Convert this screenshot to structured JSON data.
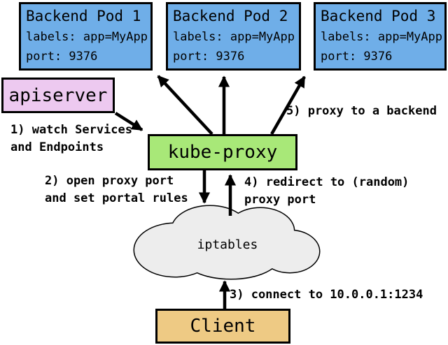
{
  "diagram": {
    "pods": [
      {
        "title": "Backend Pod 1",
        "labels_line": "labels: app=MyApp",
        "port_line": "port: 9376"
      },
      {
        "title": "Backend Pod 2",
        "labels_line": "labels: app=MyApp",
        "port_line": "port: 9376"
      },
      {
        "title": "Backend Pod 3",
        "labels_line": "labels: app=MyApp",
        "port_line": "port: 9376"
      }
    ],
    "apiserver_label": "apiserver",
    "kube_proxy_label": "kube-proxy",
    "iptables_label": "iptables",
    "client_label": "Client",
    "steps": {
      "step1": "1) watch Services\nand Endpoints",
      "step2": "2) open proxy port\nand set portal rules",
      "step3": "3) connect to 10.0.0.1:1234",
      "step4": "4) redirect to (random)\nproxy port",
      "step5": "5) proxy to a backend"
    },
    "colors": {
      "pod_fill": "#6FAEE8",
      "apiserver_fill": "#EDC9F0",
      "kube_proxy_fill": "#A8E878",
      "client_fill": "#EECA84",
      "cloud_fill": "#EDEDED",
      "outline": "#000000"
    }
  }
}
